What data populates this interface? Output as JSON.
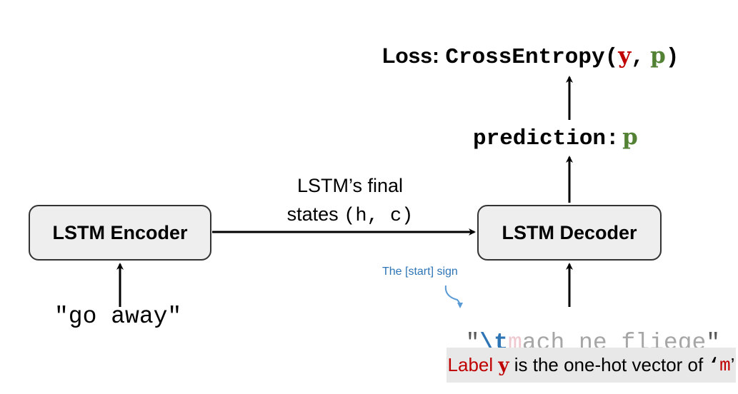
{
  "loss": {
    "label": "Loss:",
    "func": "CrossEntropy(",
    "y": "y",
    "sep": ",",
    "p": "p",
    "close": ")"
  },
  "prediction": {
    "label": "prediction:",
    "p": "p"
  },
  "encoder": {
    "label": "LSTM Encoder",
    "input": "\"go away\""
  },
  "decoder": {
    "label": "LSTM Decoder"
  },
  "states": {
    "line1": "LSTM’s final",
    "line2_prefix": "states",
    "line2_code": "(h, c)"
  },
  "start_note": "The [start] sign",
  "decoder_input": {
    "open_quote": "\"",
    "start_token": "\\t",
    "m_char": "m",
    "rest": "ach ne fliege",
    "close_quote": "\""
  },
  "label_note": {
    "prefix": "Label",
    "y": "y",
    "middle": "is the one-hot vector of",
    "quote_open": "‘",
    "char": "m",
    "quote_close": "’"
  },
  "colors": {
    "y_red": "#c00000",
    "p_green": "#548235",
    "start_blue": "#2e75b6",
    "grey_text": "#a6a6a6",
    "pink_m": "#f0c8d0",
    "note_bg": "#e8e8e8"
  }
}
